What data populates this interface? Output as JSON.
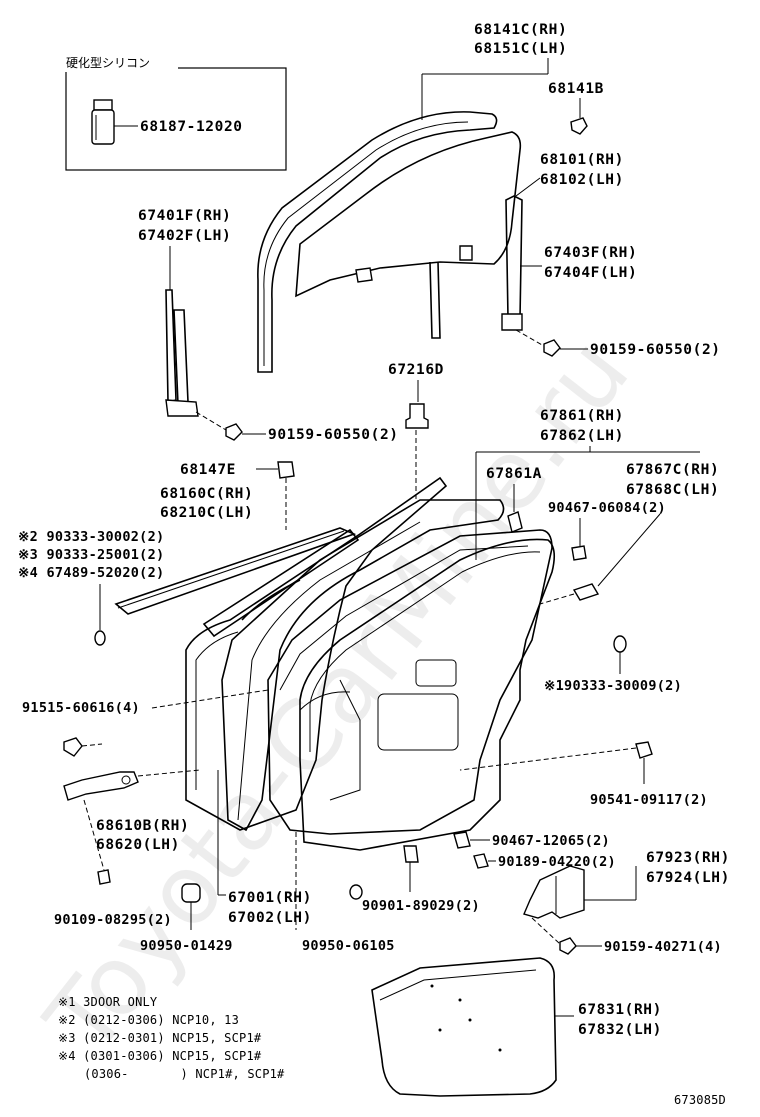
{
  "inset_box": {
    "title": "硬化型シリコン",
    "part": "68187-12020"
  },
  "labels": {
    "frame_rh": "68141C(RH)",
    "frame_lh": "68151C(LH)",
    "clip_68141b": "68141B",
    "glass_rh": "68101(RH)",
    "glass_lh": "68102(LH)",
    "run_front_rh": "67401F(RH)",
    "run_front_lh": "67402F(LH)",
    "run_rear_rh": "67403F(RH)",
    "run_rear_lh": "67404F(LH)",
    "bolt_upper_right": "90159-60550(2)",
    "bolt_upper_left": "90159-60550(2)",
    "part_67216d": "67216D",
    "ws_67861_rh": "67861(RH)",
    "ws_67862_lh": "67862(LH)",
    "part_68147e": "68147E",
    "belt_rh": "68160C(RH)",
    "belt_lh": "68210C(LH)",
    "part_67861a": "67861A",
    "part_67867c_rh": "67867C(RH)",
    "part_67868c_lh": "67868C(LH)",
    "clip_90467_06084": "90467-06084(2)",
    "hole_plug_a": "※2 90333-30002(2)",
    "hole_plug_b": "※3 90333-25001(2)",
    "hole_plug_c": "※4 67489-52020(2)",
    "plug_90333_30009": "※190333-30009(2)",
    "bolt_91515": "91515-60616(4)",
    "clip_90541": "90541-09117(2)",
    "check_rh": "68610B(RH)",
    "check_lh": "68620(LH)",
    "clip_90467_12065": "90467-12065(2)",
    "screw_90189": "90189-04220(2)",
    "bracket_rh": "67923(RH)",
    "bracket_lh": "67924(LH)",
    "door_rh": "67001(RH)",
    "door_lh": "67002(LH)",
    "bolt_90109": "90109-08295(2)",
    "plug_90901": "90901-89029(2)",
    "plug_90950_01429": "90950-01429",
    "plug_90950_06105": "90950-06105",
    "bolt_90159_40271": "90159-40271(4)",
    "cover_rh": "67831(RH)",
    "cover_lh": "67832(LH)"
  },
  "footnotes": [
    "※1 3DOOR ONLY",
    "※2 (0212-0306) NCP10, 13",
    "※3 (0212-0301) NCP15, SCP1#",
    "※4 (0301-0306) NCP15, SCP1#",
    "(0306-       ) NCP1#, SCP1#"
  ],
  "figure_code": "673085D",
  "watermark": "Toyota-CarMine.ru"
}
